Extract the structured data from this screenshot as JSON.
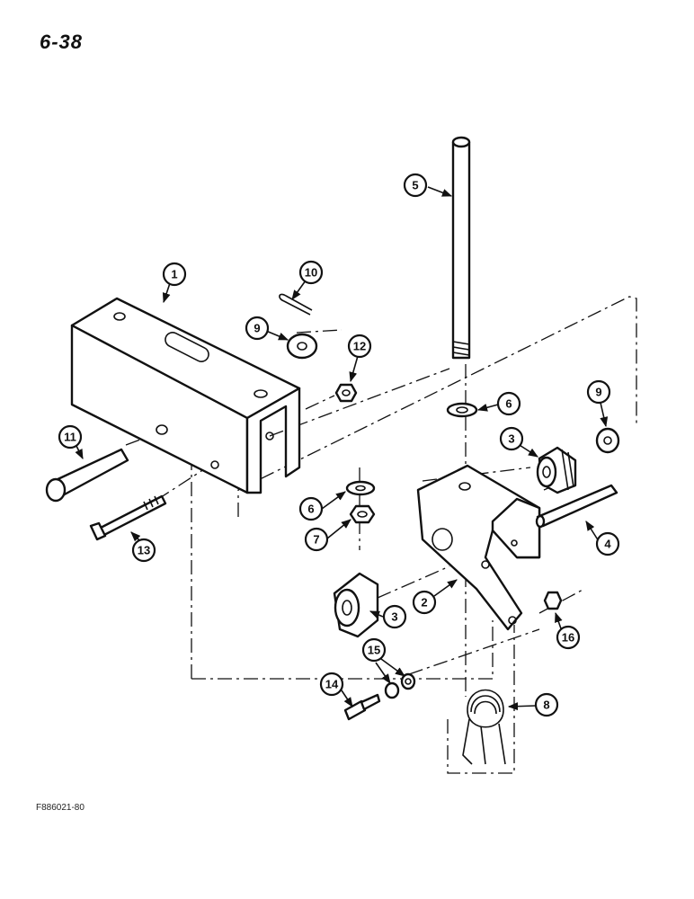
{
  "page": {
    "number": "6-38",
    "figure_code": "F886021-80"
  },
  "callouts": [
    {
      "id": "c1",
      "label": "1"
    },
    {
      "id": "c2",
      "label": "2"
    },
    {
      "id": "c3a",
      "label": "3"
    },
    {
      "id": "c3b",
      "label": "3"
    },
    {
      "id": "c4",
      "label": "4"
    },
    {
      "id": "c5",
      "label": "5"
    },
    {
      "id": "c6a",
      "label": "6"
    },
    {
      "id": "c6b",
      "label": "6"
    },
    {
      "id": "c7",
      "label": "7"
    },
    {
      "id": "c8",
      "label": "8"
    },
    {
      "id": "c9a",
      "label": "9"
    },
    {
      "id": "c9b",
      "label": "9"
    },
    {
      "id": "c10",
      "label": "10"
    },
    {
      "id": "c11",
      "label": "11"
    },
    {
      "id": "c12",
      "label": "12"
    },
    {
      "id": "c13",
      "label": "13"
    },
    {
      "id": "c14",
      "label": "14"
    },
    {
      "id": "c15",
      "label": "15"
    },
    {
      "id": "c16",
      "label": "16"
    }
  ]
}
